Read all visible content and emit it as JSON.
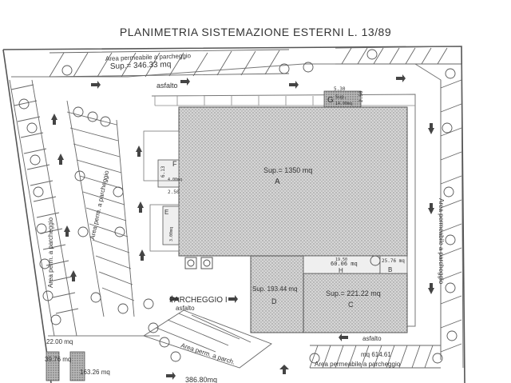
{
  "title": "PLANIMETRIA SISTEMAZIONE ESTERNI L. 13/89",
  "buildings": {
    "a": {
      "sup": "Sup.= 1350 mq",
      "letter": "A"
    },
    "b": {
      "sup": "25.76 mq",
      "letter": "B"
    },
    "c": {
      "sup": "Sup.= 221.22 mq",
      "letter": "C"
    },
    "d": {
      "sup": "Sup. 193.44 mq",
      "letter": "D"
    },
    "g": {
      "letter": "G",
      "sup": "Sup.",
      "value": "14.00mq",
      "dim_top": "5.30",
      "dim_side": "2.50"
    },
    "h": {
      "letter": "H",
      "dim": "19.50",
      "sup": "60.06 mq"
    },
    "f": {
      "letter": "F",
      "dim_side": "6.13",
      "sup": "4.00mq",
      "dim_bottom": "2.50"
    },
    "e": {
      "letter": "E",
      "sup": "3.00mq"
    }
  },
  "labels": {
    "area_top": "Area permeabile a parcheggio",
    "sup_top": "Sup.= 346.33 mq",
    "asfalto_top": "asfalto",
    "asfalto_mid": "asfalto",
    "asfalto_bottom": "asfalto",
    "parcheggio": "PARCHEGGIO I",
    "area_perm_parch": "Area perm. a parch.",
    "area_right": "Area permeabile a parcheggio",
    "mq_bottom_right": "mq 614.61",
    "area_bottom_right": "Area permeabile a parcheggio",
    "mq_left_1": "22.00 mq",
    "mq_left_2": "39.76 mq",
    "mq_left_3": "163.26 mq",
    "mq_bottom_center": "386.80mq",
    "area_left": "Area perm. a parcheggio",
    "area_inner": "Area perm. a parcheggio"
  }
}
